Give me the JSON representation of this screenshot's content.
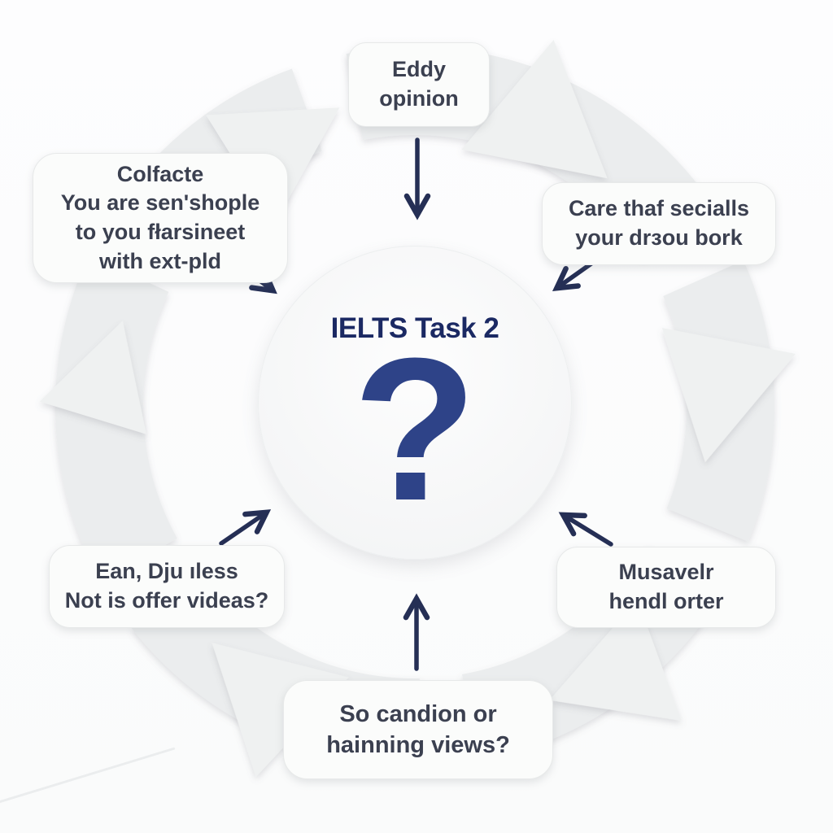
{
  "center": {
    "title": "IELTS Task 2",
    "symbol": "?"
  },
  "nodes": [
    {
      "id": "top",
      "lines": [
        "Eddy",
        "opinion"
      ]
    },
    {
      "id": "top-left",
      "lines": [
        "Colfacte",
        "You are sen'shople",
        "to you fłarsineet",
        "with ext-pld"
      ]
    },
    {
      "id": "top-right",
      "lines": [
        "Care thaf secialls",
        "your drɜou bork"
      ]
    },
    {
      "id": "bottom-left",
      "lines": [
        "Ean, Dju ıless",
        "Not is offer videas?"
      ]
    },
    {
      "id": "bottom-right",
      "lines": [
        "Musavelr",
        "hendl orter"
      ]
    },
    {
      "id": "bottom",
      "lines": [
        "So candion or",
        "hainning views?"
      ]
    }
  ],
  "colors": {
    "accent_navy": "#2e4388",
    "title_navy": "#1b2963",
    "box_text": "#3b4050",
    "ring_gray": "#ebedee",
    "arrowhead_gray": "#eff1f1",
    "connector_navy": "#252f55"
  }
}
